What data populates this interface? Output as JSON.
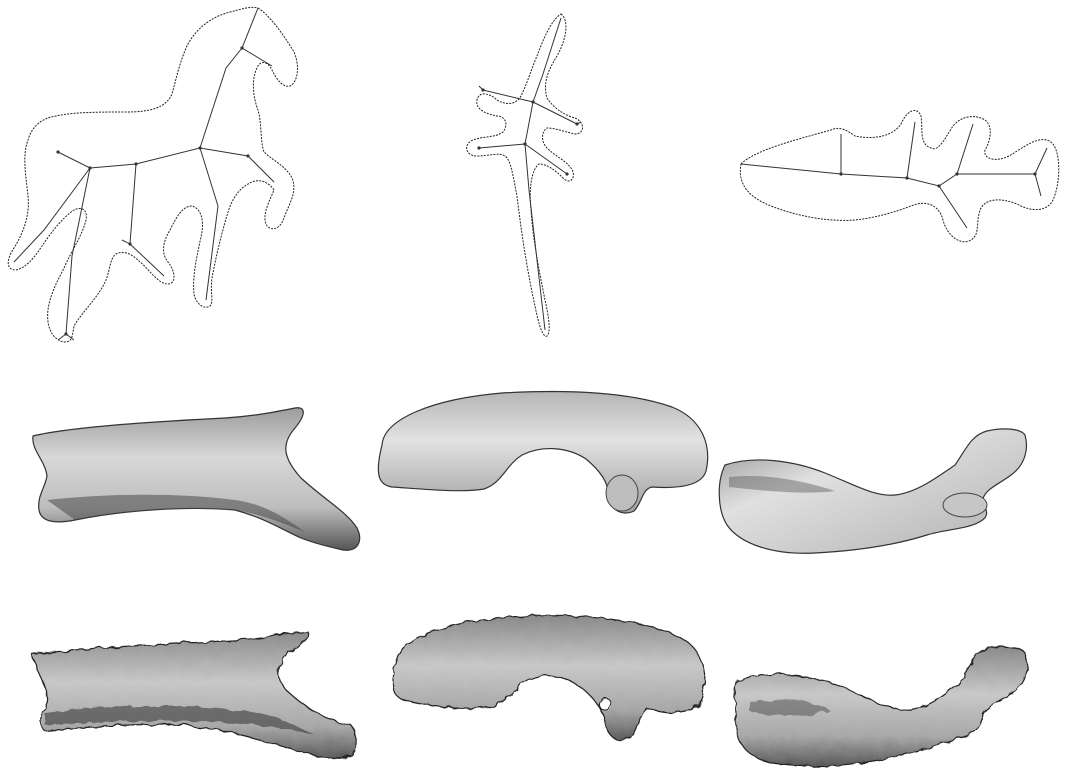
{
  "figure": {
    "rows": [
      {
        "kind": "2d-outlines-with-skeleton",
        "panels": [
          {
            "shape": "horse"
          },
          {
            "shape": "lizard"
          },
          {
            "shape": "fish-like"
          }
        ]
      },
      {
        "kind": "smooth-3d-reconstruction",
        "panels": [
          {
            "shape": "horse"
          },
          {
            "shape": "lizard"
          },
          {
            "shape": "fish-like"
          }
        ]
      },
      {
        "kind": "noisy-3d-reconstruction",
        "panels": [
          {
            "shape": "horse"
          },
          {
            "shape": "lizard"
          },
          {
            "shape": "fish-like"
          }
        ]
      }
    ],
    "colors": {
      "outline": "#222222",
      "skeleton": "#333333",
      "surface_light": "#eeeeee",
      "surface_dark": "#444444",
      "background": "#ffffff"
    }
  }
}
